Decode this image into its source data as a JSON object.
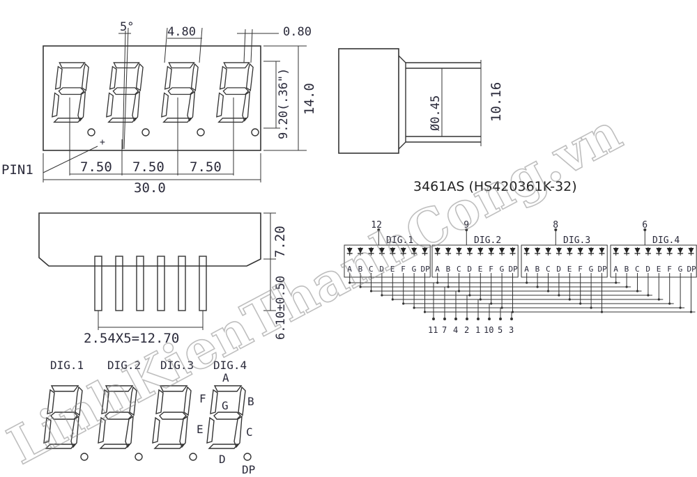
{
  "front": {
    "angle": "5°",
    "digit_width": "4.80",
    "seg_width": "0.80",
    "char_height": "9.20(.36\")",
    "height": "14.0",
    "pin1": "PIN1",
    "pitch": [
      "7.50",
      "7.50",
      "7.50"
    ],
    "width": "30.0"
  },
  "side": {
    "pin_dia": "Ø0.45",
    "pin_span": "10.16"
  },
  "bottom": {
    "body_height": "7.20",
    "pin_len": "6.10±0.50",
    "pin_pitch": "2.54X5=12.70"
  },
  "part_number": "3461AS (HS420361K-32)",
  "schematic": {
    "digits": [
      {
        "label": "DIG.1",
        "pin": "12"
      },
      {
        "label": "DIG.2",
        "pin": "9"
      },
      {
        "label": "DIG.3",
        "pin": "8"
      },
      {
        "label": "DIG.4",
        "pin": "6"
      }
    ],
    "segments": [
      "A",
      "B",
      "C",
      "D",
      "E",
      "F",
      "G",
      "DP"
    ],
    "bottom_pins": [
      "11",
      "7",
      "4",
      "2",
      "1",
      "10",
      "5",
      "3"
    ]
  },
  "segment_diagram": {
    "digit_labels": [
      "DIG.1",
      "DIG.2",
      "DIG.3",
      "DIG.4"
    ],
    "labels": {
      "a": "A",
      "b": "B",
      "c": "C",
      "d": "D",
      "e": "E",
      "f": "F",
      "g": "G",
      "dp": "DP"
    }
  },
  "watermark": "LinhKienThanhCong.vn"
}
